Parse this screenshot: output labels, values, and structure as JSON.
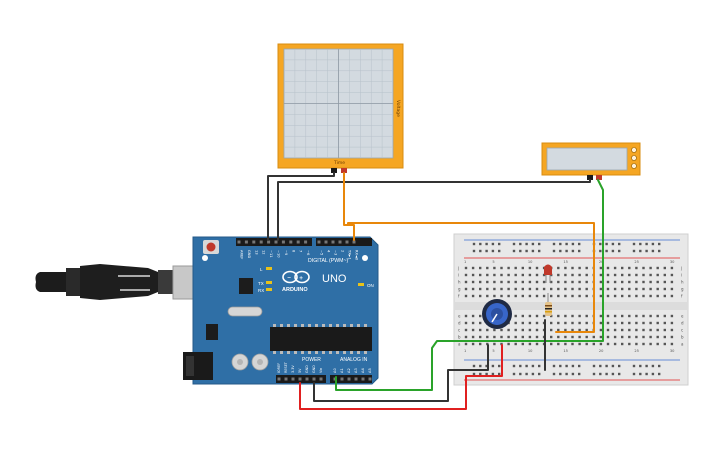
{
  "oscilloscope": {
    "x_label": "Time",
    "y_label": "Voltage"
  },
  "meter": {
    "label": ""
  },
  "arduino": {
    "logo": "ARDUINO",
    "model": "UNO",
    "digital_label": "DIGITAL (PWM~)",
    "power_label": "POWER",
    "analog_label": "ANALOG IN",
    "led_l": "L",
    "led_tx": "TX",
    "led_rx": "RX",
    "led_on": "ON",
    "top_pins": [
      "AREF",
      "GND",
      "13",
      "12",
      "~11",
      "~10",
      "~9",
      "8",
      "7",
      "~6",
      "~5",
      "4",
      "~3",
      "2",
      "TX►1",
      "RX◄0"
    ],
    "power_pins": [
      "IOREF",
      "RESET",
      "3.3V",
      "5V",
      "GND",
      "GND",
      "Vin"
    ],
    "analog_pins": [
      "A0",
      "A1",
      "A2",
      "A3",
      "A4",
      "A5"
    ]
  },
  "breadboard": {
    "rows": [
      "a",
      "b",
      "c",
      "d",
      "e",
      "f",
      "g",
      "h",
      "i",
      "j"
    ],
    "columns": [
      "1",
      "5",
      "10",
      "15",
      "20",
      "25",
      "30"
    ]
  },
  "colors": {
    "wire_black": "#333333",
    "wire_orange": "#e8870a",
    "wire_green": "#2aa32a",
    "wire_red": "#e02020",
    "board_blue": "#2f6fa6",
    "device_orange": "#f5a623"
  }
}
